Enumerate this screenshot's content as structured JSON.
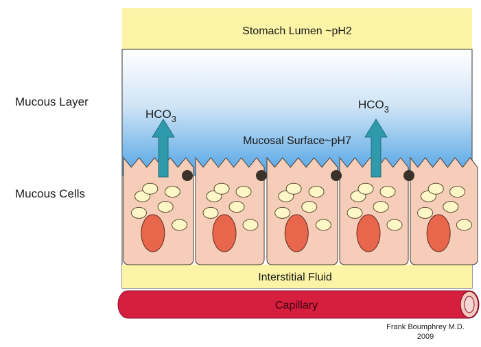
{
  "regions": {
    "lumen": "Stomach Lumen ~pH2",
    "surface": "Mucosal Surface~pH7",
    "interstitial": "Interstitial Fluid",
    "capillary": "Capillary"
  },
  "side_labels": {
    "mucous_layer": "Mucous Layer",
    "mucous_cells": "Mucous Cells"
  },
  "arrows": [
    {
      "base": "HCO",
      "sub": "3"
    },
    {
      "base": "HCO",
      "sub": "3"
    }
  ],
  "credit": {
    "line1": "Frank Boumphrey M.D.",
    "line2": "2009"
  },
  "colors": {
    "lumen": "#fbf4a6",
    "mucus_top": "#ffffff",
    "mucus_bottom": "#5aa9e6",
    "cell": "#f6cdb8",
    "nucleus": "#e8664c",
    "granule": "#fdf7c8",
    "junction": "#3b3229",
    "arrow": "#2f9aab",
    "capillary": "#d61e3e"
  }
}
